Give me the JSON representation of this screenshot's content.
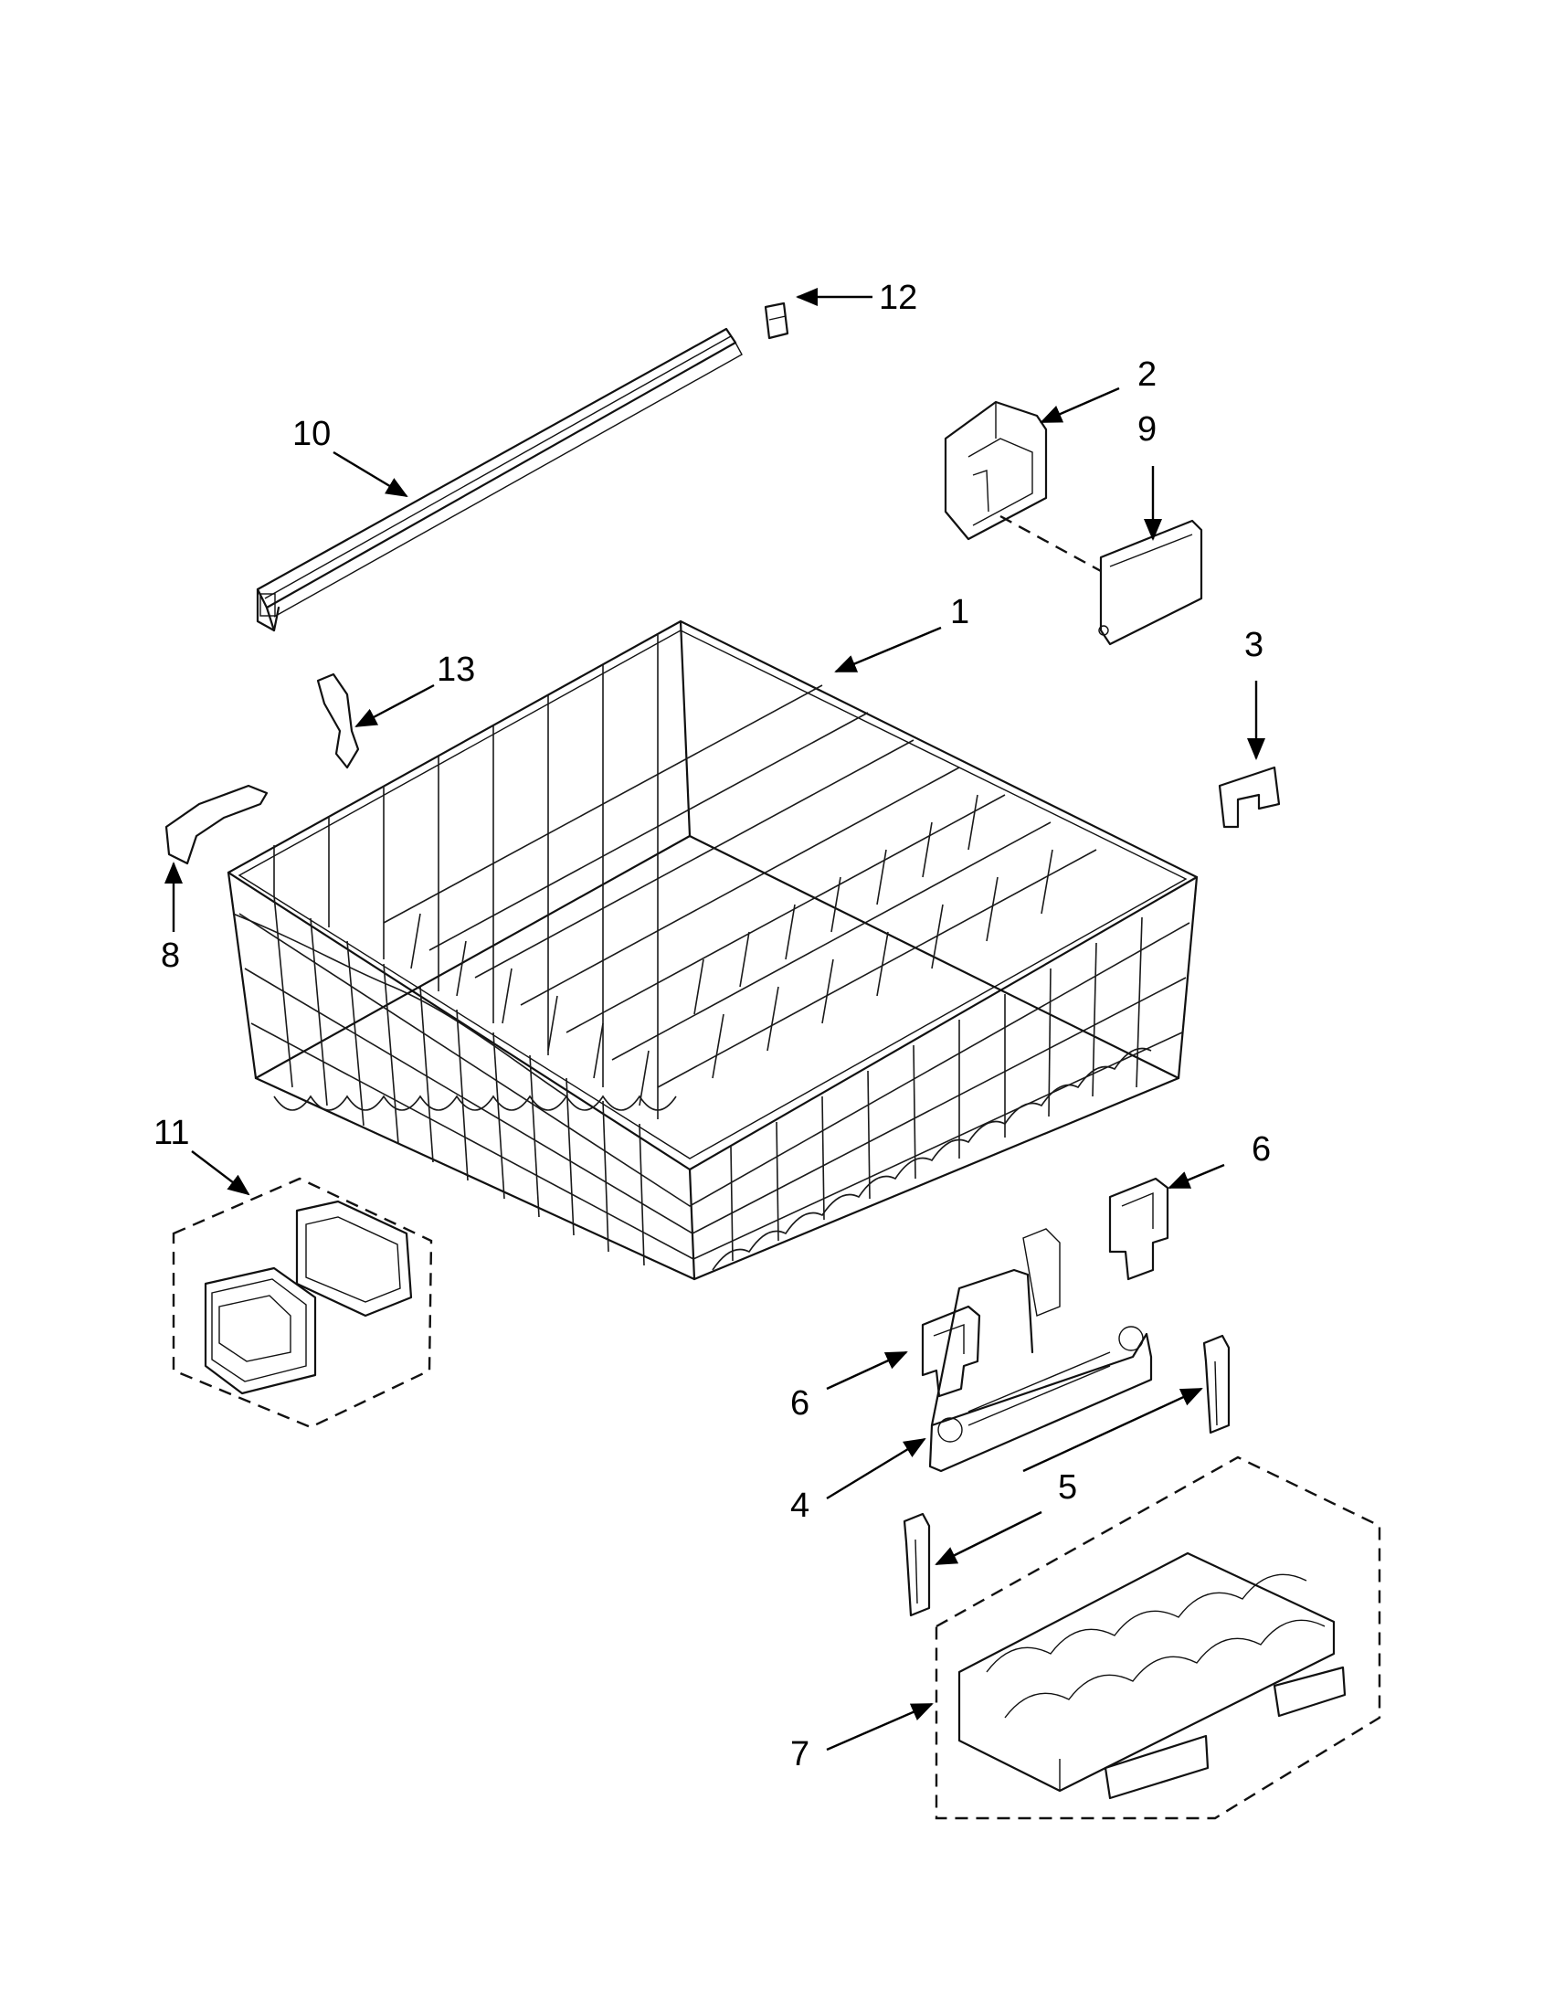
{
  "diagram": {
    "callouts": [
      "1",
      "2",
      "3",
      "4",
      "5",
      "6",
      "6",
      "7",
      "8",
      "9",
      "10",
      "11",
      "12",
      "13"
    ]
  }
}
